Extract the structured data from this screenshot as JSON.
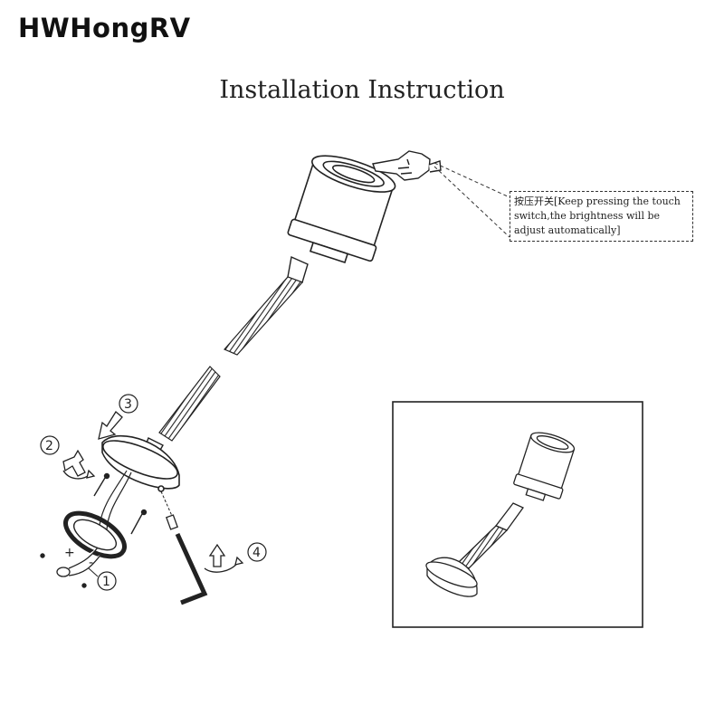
{
  "brand": "HWHongRV",
  "title": "Installation Instruction",
  "callout": {
    "text": "按压开关[Keep pressing the touch switch,the brightness will be adjust automatically]"
  },
  "steps": [
    "1",
    "2",
    "3",
    "4"
  ],
  "polarity": {
    "plus": "+",
    "minus": "-"
  },
  "icons": {
    "hand": "pointing-hand-icon",
    "rotate": "rotate-arrow-icon",
    "down": "down-arrow-icon",
    "wrench": "allen-key-icon"
  }
}
